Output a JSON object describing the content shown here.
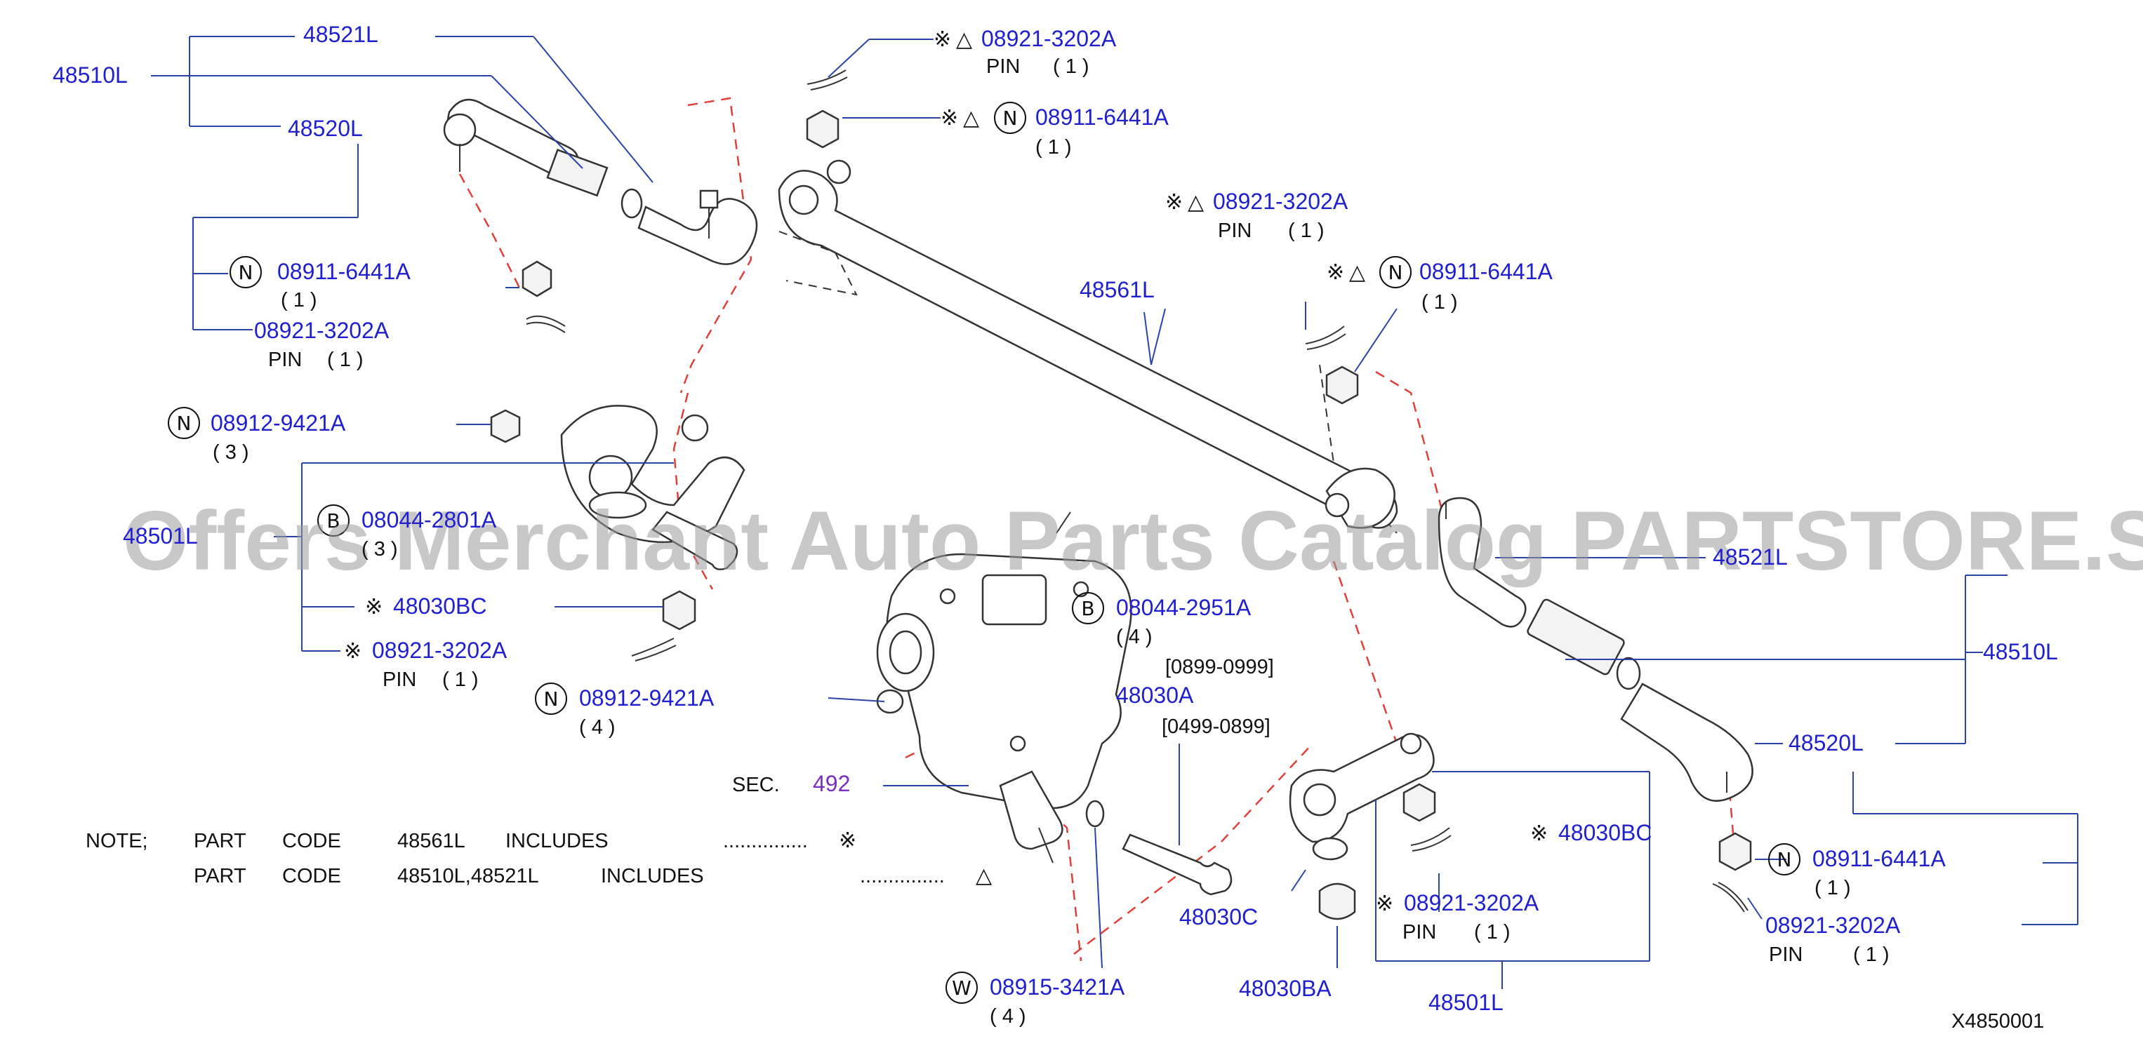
{
  "watermark": "Offers Merchant Auto Parts Catalog PARTSTORE.SA",
  "diagram_code": "X4850001",
  "symbols": {
    "star": "※",
    "triangle": "△"
  },
  "badges": {
    "N": "N",
    "B": "B",
    "W": "W"
  },
  "labels": {
    "p48521L_top": "48521L",
    "p48510L_left": "48510L",
    "p48520L_left": "48520L",
    "p08921_top": "08921-3202A",
    "pin_top": "PIN",
    "qty_top": "( 1 )",
    "p08911_top": "08911-6441A",
    "qty_top_nut": "( 1 )",
    "p08911_left": "08911-6441A",
    "qty_left_nut": "( 1 )",
    "p08921_left": "08921-3202A",
    "pin_left": "PIN",
    "qty_left_pin": "( 1 )",
    "p08921_mid": "08921-3202A",
    "pin_mid": "PIN",
    "qty_mid_pin": "( 1 )",
    "p08911_mid": "08911-6441A",
    "qty_mid_nut": "( 1 )",
    "p48561L": "48561L",
    "p08912_a": "08912-9421A",
    "qty_08912_a": "( 3 )",
    "p48501L_left": "48501L",
    "p08044_a": "08044-2801A",
    "qty_08044_a": "( 3 )",
    "p48030BC_left": "48030BC",
    "p08921_pitman": "08921-3202A",
    "pin_pitman": "PIN",
    "qty_pitman_pin": "( 1 )",
    "p08912_b": "08912-9421A",
    "qty_08912_b": "( 4 )",
    "p08044_b": "08044-2951A",
    "qty_08044_b": "( 4 )",
    "date_1": "[0899-0999]",
    "p48030A": "48030A",
    "date_2": "[0499-0899]",
    "sec_label": "SEC.",
    "sec_num": "492",
    "p48521L_right": "48521L",
    "p48510L_right": "48510L",
    "p48520L_right": "48520L",
    "p48030BC_right": "48030BC",
    "p08921_idler": "08921-3202A",
    "pin_idler": "PIN",
    "qty_idler_pin": "( 1 )",
    "p48030C": "48030C",
    "p48030BA": "48030BA",
    "p48501L_bottom": "48501L",
    "p08915": "08915-3421A",
    "qty_08915": "( 4 )",
    "p08911_right": "08911-6441A",
    "qty_right_nut": "( 1 )",
    "p08921_right": "08921-3202A",
    "pin_right": "PIN",
    "qty_right_pin": "( 1 )"
  },
  "note": {
    "prefix": "NOTE;",
    "line1_part": "PART",
    "line1_code": "CODE",
    "line1_value": "48561L",
    "line1_includes": "INCLUDES",
    "line1_dots": "...............",
    "line2_part": "PART",
    "line2_code": "CODE",
    "line2_value": "48510L,48521L",
    "line2_includes": "INCLUDES",
    "line2_dots": "..............."
  },
  "colors": {
    "part_number": "#1f1fd0",
    "leader_line": "#2b43a8",
    "dashed_guide": "#e0403a",
    "section_ref": "#7a2fc2",
    "text": "#111111"
  }
}
